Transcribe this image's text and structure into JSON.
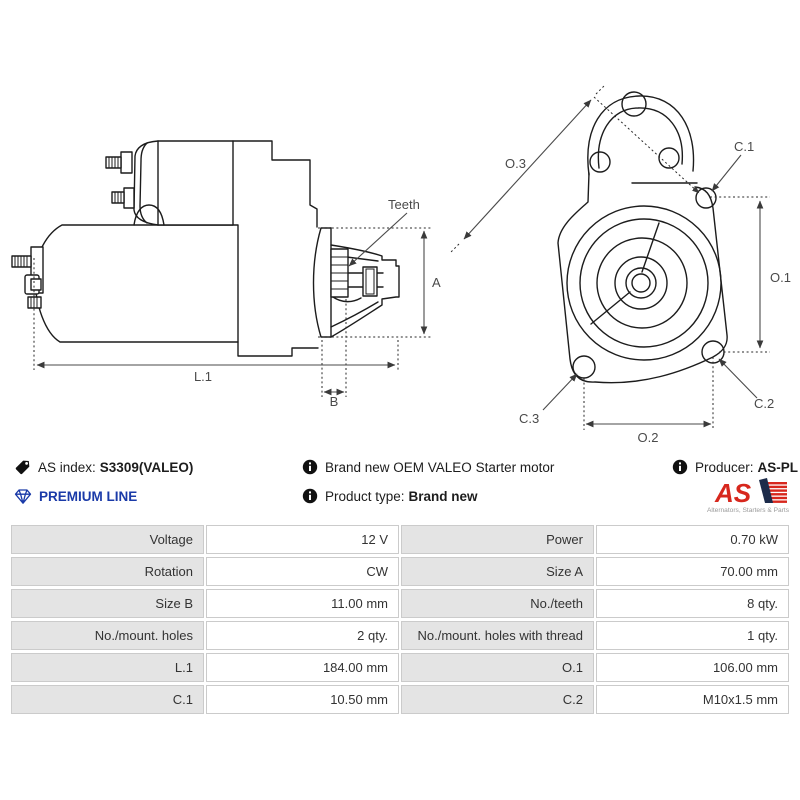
{
  "diagram": {
    "side_view": {
      "labels": {
        "teeth": "Teeth",
        "size_a": "A",
        "length_l1": "L.1",
        "size_b": "B"
      }
    },
    "front_view": {
      "labels": {
        "o3": "O.3",
        "c1": "C.1",
        "o1": "O.1",
        "c2": "C.2",
        "c3": "C.3",
        "o2": "O.2"
      }
    }
  },
  "info": {
    "as_index": {
      "label": "AS index:",
      "value": "S3309(VALEO)"
    },
    "description": "Brand new OEM VALEO Starter motor",
    "producer": {
      "label": "Producer:",
      "value": "AS-PL"
    },
    "premium_line": "PREMIUM LINE",
    "product_type": {
      "label": "Product type:",
      "value": "Brand new"
    },
    "brand_logo": {
      "text": "AS",
      "caption": "Alternators, Starters & Parts"
    }
  },
  "colors": {
    "premium_blue": "#1a3aa8",
    "logo_red": "#d7271d",
    "logo_navy": "#1c2b4a",
    "drawing_line": "#1c1c1c",
    "dimension_line": "#4a4a4a",
    "table_label_bg": "#e4e4e4",
    "table_border": "#cbcbcb",
    "table_text": "#333333"
  },
  "table": {
    "rows": [
      {
        "left": {
          "label": "Voltage",
          "value": "12 V"
        },
        "right": {
          "label": "Power",
          "value": "0.70 kW"
        }
      },
      {
        "left": {
          "label": "Rotation",
          "value": "CW"
        },
        "right": {
          "label": "Size A",
          "value": "70.00 mm"
        }
      },
      {
        "left": {
          "label": "Size B",
          "value": "11.00 mm"
        },
        "right": {
          "label": "No./teeth",
          "value": "8 qty."
        }
      },
      {
        "left": {
          "label": "No./mount. holes",
          "value": "2 qty."
        },
        "right": {
          "label": "No./mount. holes with thread",
          "value": "1 qty."
        }
      },
      {
        "left": {
          "label": "L.1",
          "value": "184.00 mm"
        },
        "right": {
          "label": "O.1",
          "value": "106.00 mm"
        }
      },
      {
        "left": {
          "label": "C.1",
          "value": "10.50 mm"
        },
        "right": {
          "label": "C.2",
          "value": "M10x1.5 mm"
        }
      }
    ]
  }
}
